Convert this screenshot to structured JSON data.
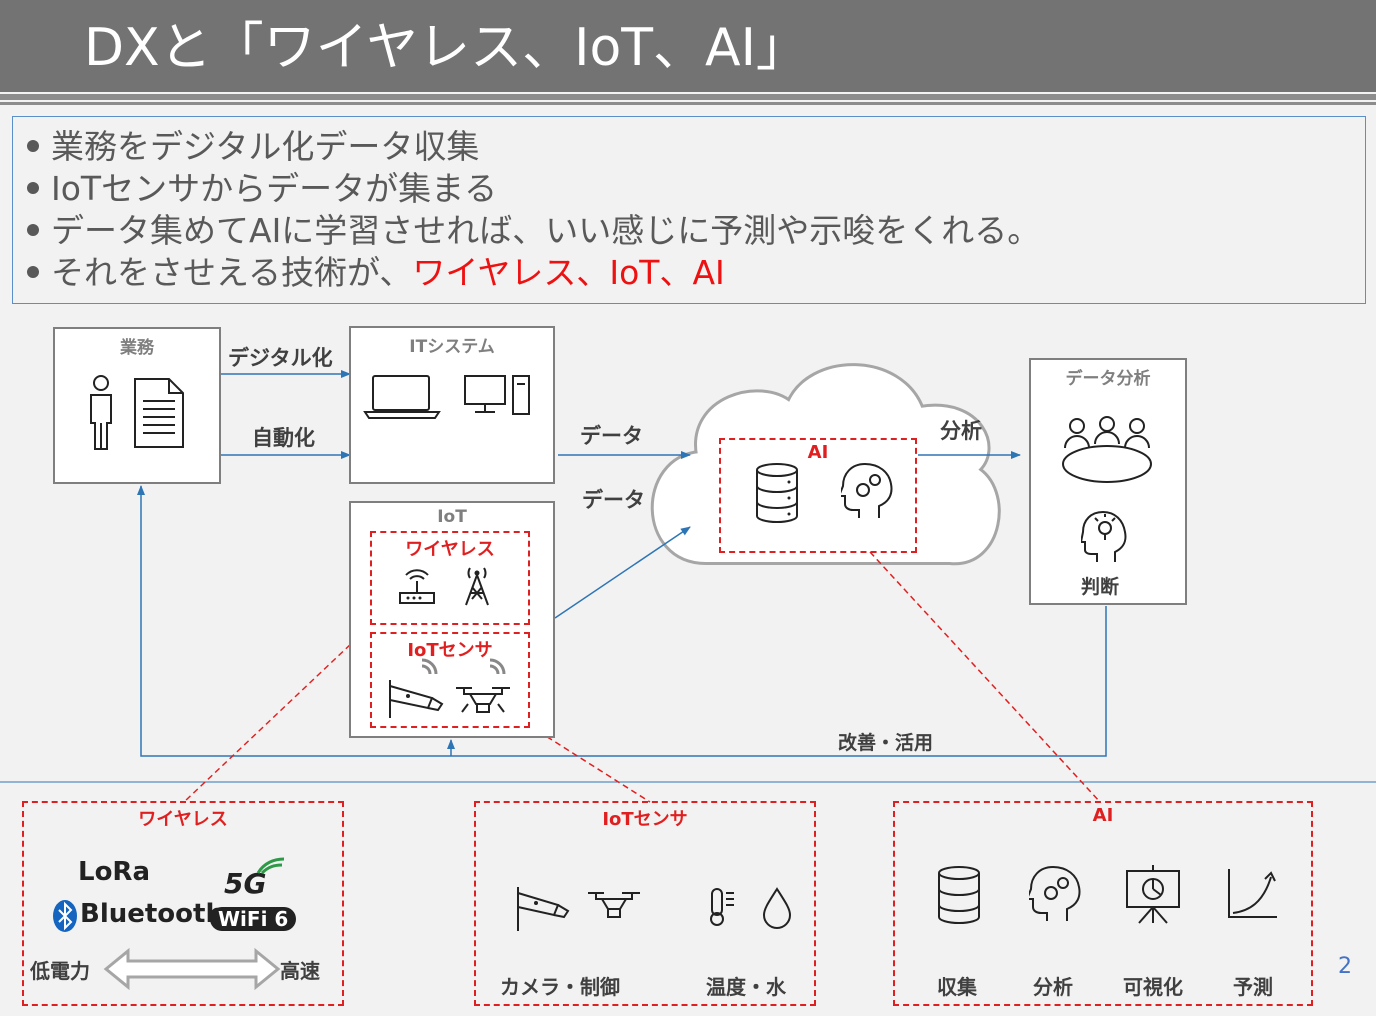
{
  "title": "DXと「ワイヤレス、IoT、AI」",
  "bullets": [
    {
      "text": "業務をデジタル化データ収集",
      "highlight": ""
    },
    {
      "text": "IoTセンサからデータが集まる",
      "highlight": ""
    },
    {
      "text": "データ集めてAIに学習させれば、いい感じに予測や示唆をくれる。",
      "highlight": ""
    },
    {
      "text": "それをさせえる技術が、",
      "highlight": "ワイヤレス、IoT、AI"
    }
  ],
  "diagram": {
    "gyomu_title": "業務",
    "it_title": "ITシステム",
    "iot_title": "IoT",
    "wireless_title": "ワイヤレス",
    "iot_sensor_title": "IoTセンサ",
    "ai_title": "AI",
    "data_analysis_title": "データ分析",
    "judgement_label": "判断",
    "arrow_digitalize": "デジタル化",
    "arrow_automate": "自動化",
    "arrow_data_1": "データ",
    "arrow_data_2": "データ",
    "arrow_analysis": "分析",
    "arrow_improve": "改善・活用"
  },
  "bottom": {
    "wireless_title": "ワイヤレス",
    "lora": "LoRa",
    "fiveg": "5G",
    "bluetooth": "Bluetooth",
    "wifi": "WiFi 6",
    "low_power": "低電力",
    "high_speed": "高速",
    "iot_title": "IoTセンサ",
    "camera_control": "カメラ・制御",
    "temp_water": "温度・水",
    "ai_title": "AI",
    "ai_items": [
      "収集",
      "分析",
      "可視化",
      "予測"
    ]
  },
  "page_number": "2",
  "colors": {
    "accent_red": "#e02020",
    "arrow_blue": "#2e75b6",
    "title_bg": "#737373"
  }
}
